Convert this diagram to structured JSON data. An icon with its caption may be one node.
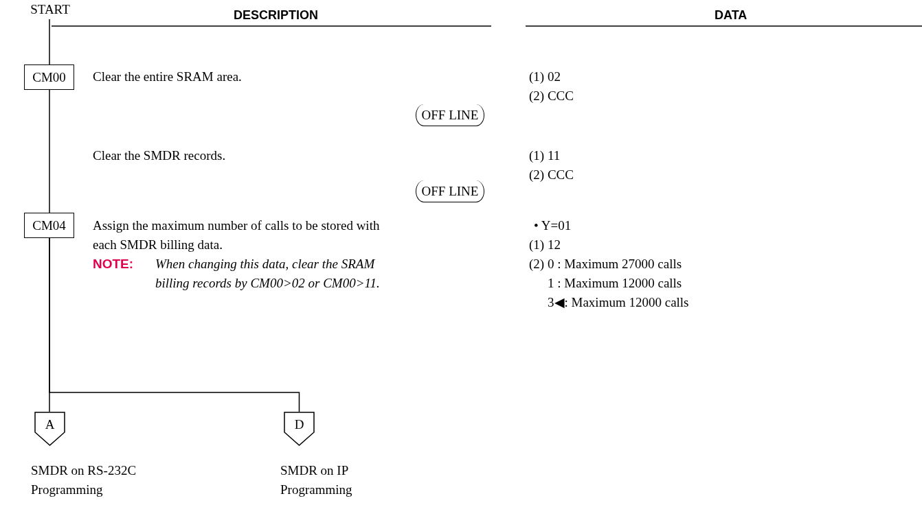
{
  "diagram": {
    "nodes": [
      {
        "text": [
          "START"
        ]
      },
      {
        "text": [
          "CM00"
        ]
      },
      {
        "text": [
          "CM04"
        ]
      },
      {
        "text": [
          "A"
        ],
        "beside": [
          "SMDR on RS-232C Programming"
        ]
      },
      {
        "text": [
          "D"
        ],
        "beside": [
          "SMDR on IP Programming"
        ]
      },
      {
        "text": [
          "OFF LINE"
        ]
      },
      {
        "text": [
          "OFF LINE"
        ]
      }
    ],
    "edges": [
      {
        "from": 0,
        "to": 1,
        "arrow": "none"
      },
      {
        "from": 1,
        "to": 2,
        "arrow": "none"
      },
      {
        "from": 2,
        "to": 3,
        "arrow": "none"
      },
      {
        "from": 2,
        "to": 4,
        "arrow": "none"
      }
    ],
    "labels": [
      "DESCRIPTION",
      "DATA",
      "Clear the entire SRAM area.",
      "(1) 02",
      "(2) CCC",
      "Clear the SMDR records.",
      "(1) 11",
      "(2) CCC",
      "Assign the maximum number of calls to be stored with each SMDR billing data.",
      "• Y=01",
      "(1) 12",
      "(2) 0 : Maximum 27000 calls",
      "NOTE:",
      "When changing this data, clear the SRAM billing records by CM00>02 or CM00>11.",
      "1 : Maximum 12000 calls",
      "3◀: Maximum 12000 calls"
    ]
  }
}
